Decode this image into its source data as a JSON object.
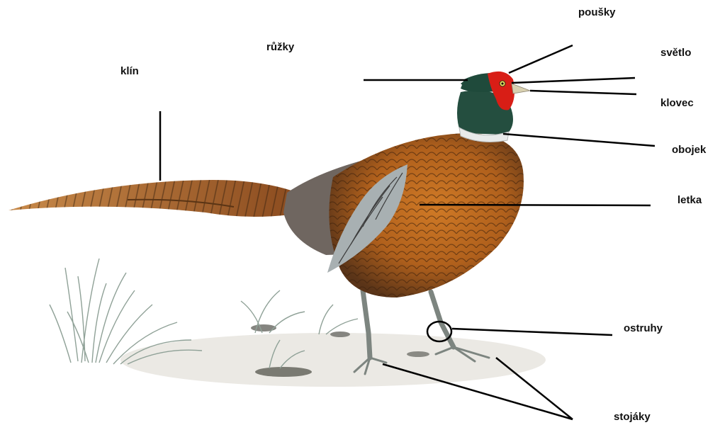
{
  "labels": {
    "pousky": "poušky",
    "ruzky": "růžky",
    "svetlo": "světlo",
    "klin": "klín",
    "klovec": "klovec",
    "obojek": "obojek",
    "letka": "letka",
    "ostruhy": "ostruhy",
    "stojaky": "stojáky"
  },
  "colors": {
    "head_red": "#d81e16",
    "head_green": "#1f4a3b",
    "collar_white": "#e8eaea",
    "body_copper": "#b8621c",
    "tail_brown": "#9a5a28",
    "wing_grey": "#9aa3a6",
    "leader_line": "#000000"
  }
}
